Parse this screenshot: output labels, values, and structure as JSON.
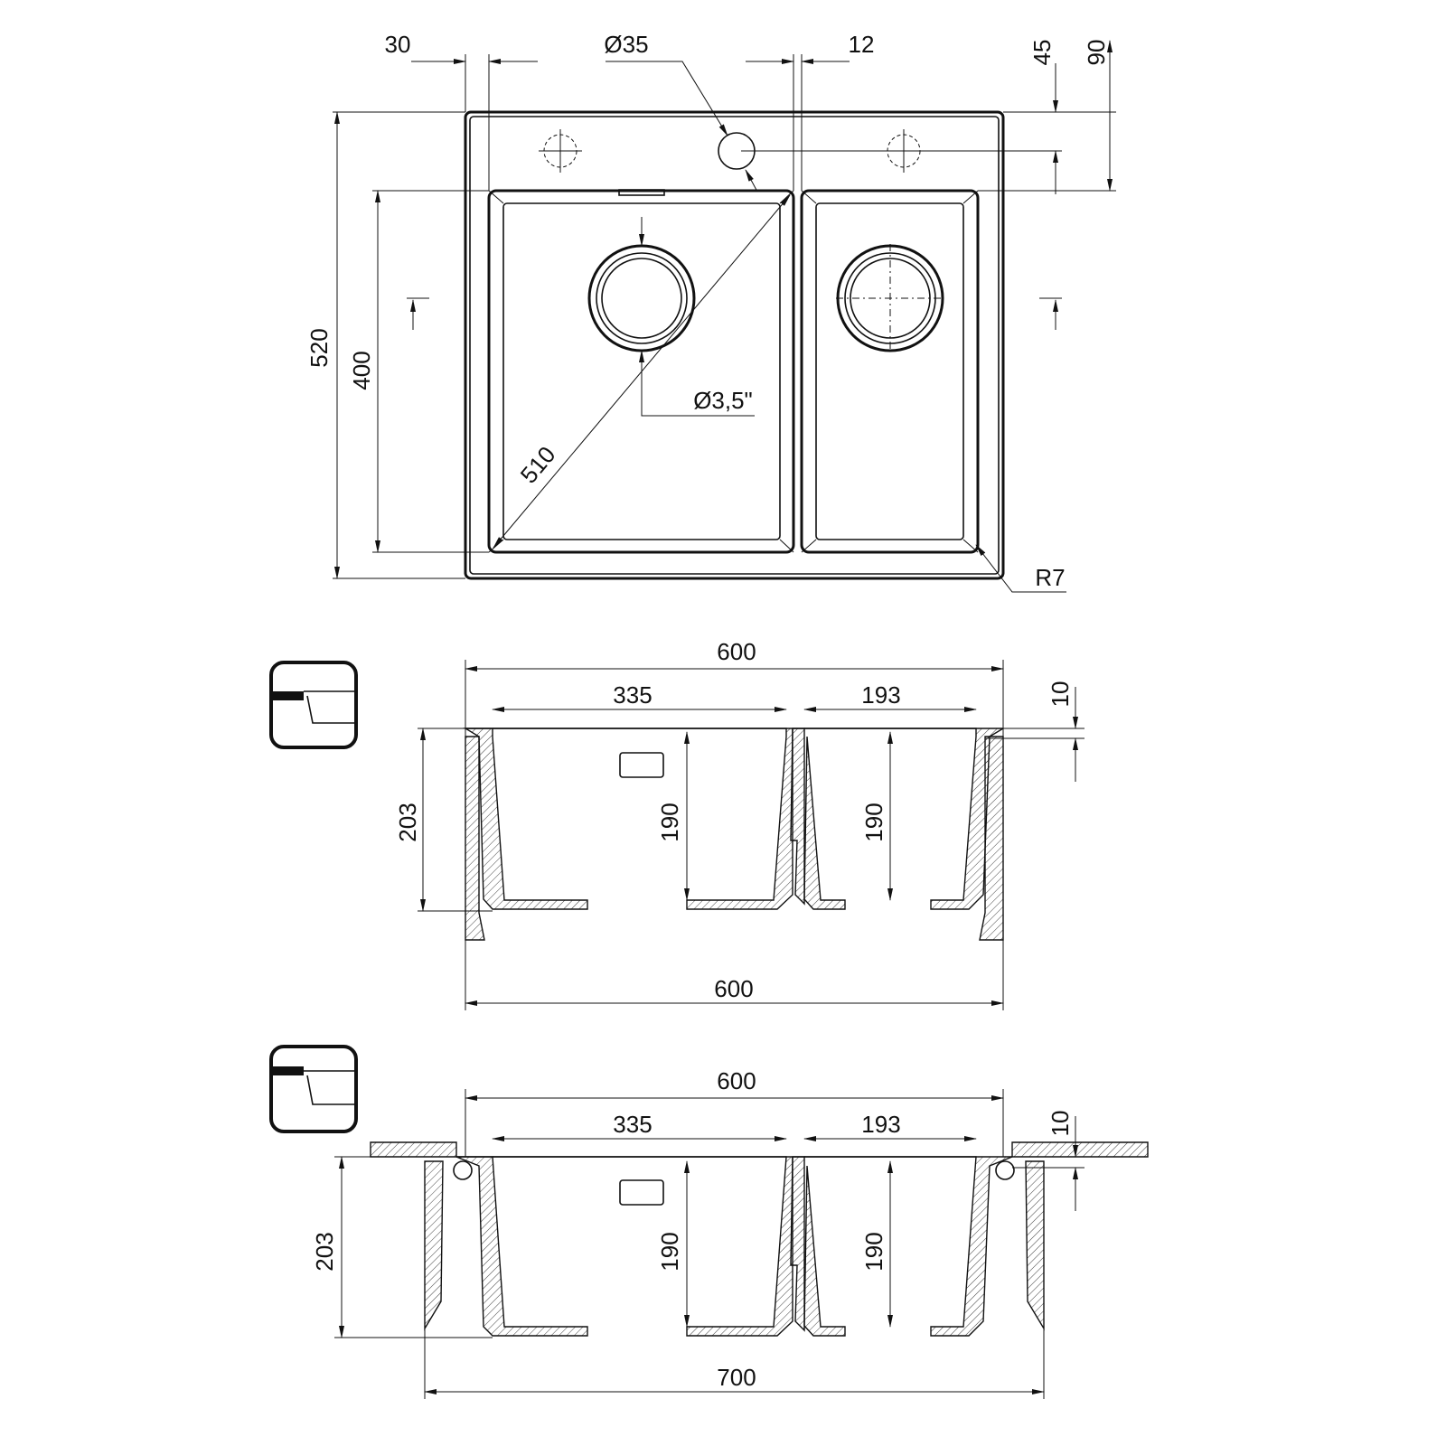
{
  "top_view": {
    "dim_30": "30",
    "dim_d35": "Ø35",
    "dim_12": "12",
    "dim_45": "45",
    "dim_90": "90",
    "dim_520": "520",
    "dim_400": "400",
    "dim_510": "510",
    "dim_drain": "Ø3,5\"",
    "dim_r7": "R7"
  },
  "section_flush": {
    "dim_width_top": "600",
    "dim_335": "335",
    "dim_193": "193",
    "dim_10": "10",
    "dim_203": "203",
    "dim_190_left": "190",
    "dim_190_right": "190",
    "dim_width_bottom": "600"
  },
  "section_inset": {
    "dim_width_top": "600",
    "dim_335": "335",
    "dim_193": "193",
    "dim_10": "10",
    "dim_203": "203",
    "dim_190_left": "190",
    "dim_190_right": "190",
    "dim_cabinet": "700"
  }
}
